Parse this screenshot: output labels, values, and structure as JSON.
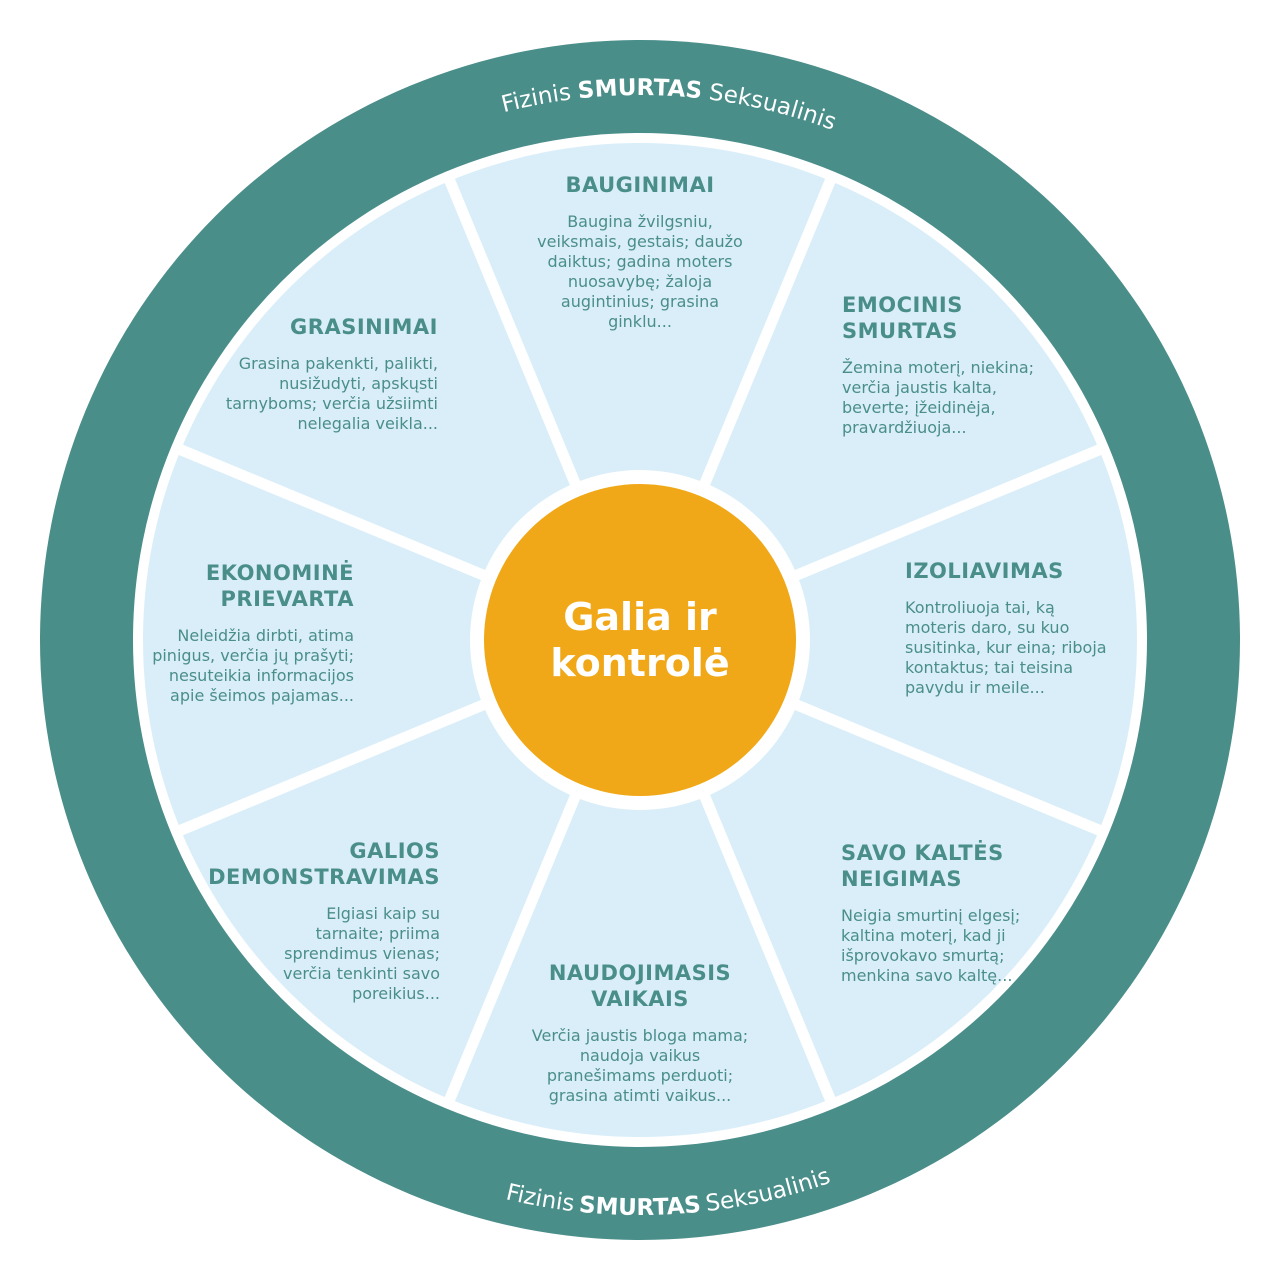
{
  "colors": {
    "ring": "#4a8e8a",
    "sector": "#d9eef9",
    "center": "#f0a818",
    "text": "#4a8e8a"
  },
  "ring": {
    "top": {
      "left": "Fizinis",
      "middle": "SMURTAS",
      "right": "Seksualinis"
    },
    "bottom": {
      "left": "Fizinis",
      "middle": "SMURTAS",
      "right": "Seksualinis"
    }
  },
  "center": {
    "label": "Galia ir kontrolė"
  },
  "sectors": [
    {
      "title": "BAUGINIMAI",
      "text": "Baugina žvilgsniu, veiksmais, gestais; daužo daiktus; gadina moters nuosavybę; žaloja augintinius; grasina ginklu..."
    },
    {
      "title": "EMOCINIS SMURTAS",
      "text": "Žemina moterį, niekina; verčia jaustis kalta, beverte; įžeidinėja, pravardžiuoja..."
    },
    {
      "title": "IZOLIAVIMAS",
      "text": "Kontroliuoja tai, ką moteris daro, su kuo susitinka, kur eina; riboja kontaktus; tai teisina pavydu ir meile..."
    },
    {
      "title": "SAVO KALTĖS NEIGIMAS",
      "text": "Neigia smurtinį elgesį; kaltina moterį, kad ji išprovokavo smurtą; menkina savo kaltę..."
    },
    {
      "title": "NAUDOJIMASIS VAIKAIS",
      "text": "Verčia jaustis bloga mama; naudoja vaikus pranešimams perduoti; grasina atimti vaikus..."
    },
    {
      "title": "GALIOS DEMONSTRAVIMAS",
      "text": "Elgiasi kaip su tarnaite; priima sprendimus vienas; verčia tenkinti savo poreikius..."
    },
    {
      "title": "EKONOMINĖ PRIEVARTA",
      "text": "Neleidžia dirbti, atima pinigus, verčia jų prašyti; nesuteikia informacijos apie šeimos pajamas..."
    },
    {
      "title": "GRASINIMAI",
      "text": "Grasina pakenkti, palikti, nusižudyti, apskųsti tarnyboms; verčia užsiimti nelegalia veikla..."
    }
  ]
}
